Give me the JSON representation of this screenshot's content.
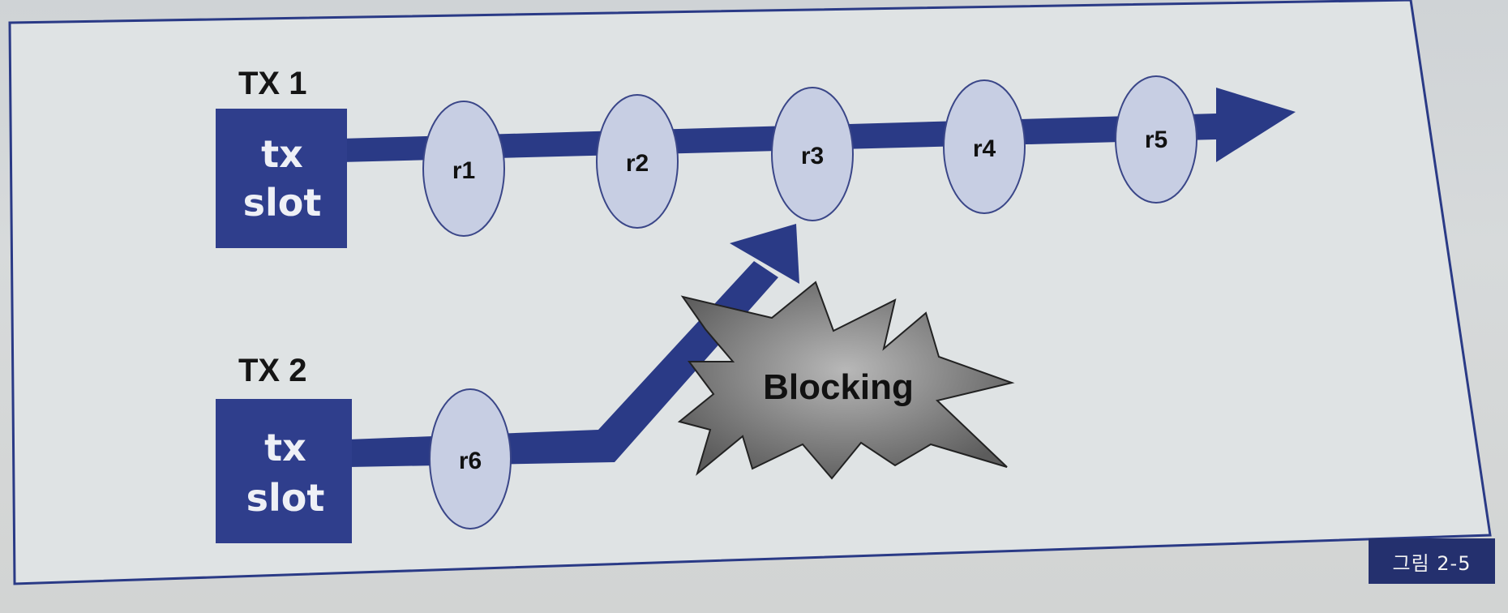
{
  "figure": {
    "caption": "그림 2-5",
    "colors": {
      "arrow": "#2a3a86",
      "slot": "#2f3e8c",
      "ellipse_fill": "#c7cee3",
      "burst_fill": "#8c8c8c",
      "frame": "#2a3a86"
    },
    "tx1": {
      "label": "TX 1",
      "slot_line1": "tx",
      "slot_line2": "slot",
      "records": [
        "r1",
        "r2",
        "r3",
        "r4",
        "r5"
      ]
    },
    "tx2": {
      "label": "TX 2",
      "slot_line1": "tx",
      "slot_line2": "slot",
      "records": [
        "r6"
      ]
    },
    "blocking_label": "Blocking"
  }
}
